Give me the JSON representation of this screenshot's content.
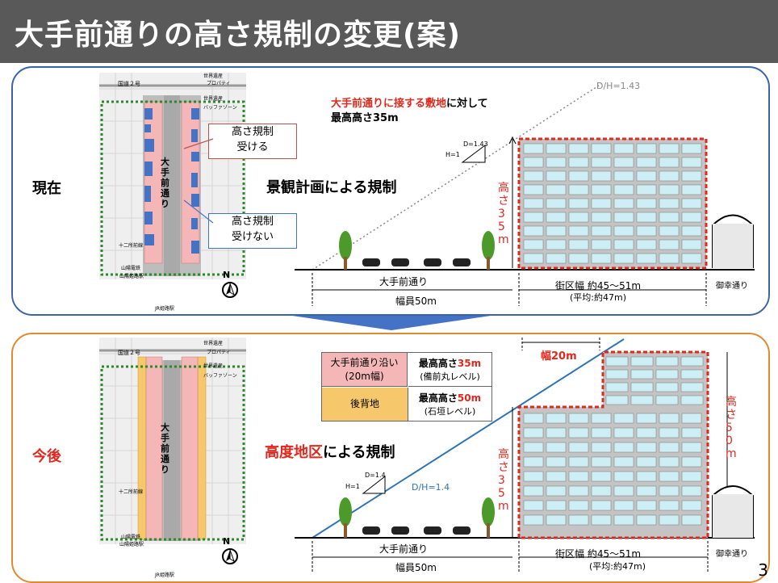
{
  "title": "大手前通りの高さ規制の変更(案)",
  "page_number": "3",
  "colors": {
    "title_bg": "#595959",
    "top_border": "#3a64a8",
    "bottom_border": "#e08a30",
    "red": "#e0281e",
    "blue_line": "#2e75b6",
    "pink": "#f4b6b6",
    "yellow": "#f7c86b",
    "window": "#cdeef4"
  },
  "map": {
    "labels": [
      "国道２号",
      "世界遺産",
      "プロパティ",
      "バッファゾーン",
      "十二所前線",
      "山陽電鉄",
      "山陽姫路駅",
      "JR姫路駅"
    ],
    "avenue_label": "大手前通り",
    "north": "N"
  },
  "current": {
    "stage_label": "現在",
    "callout_receive": "高さ規制\n受ける",
    "callout_not_receive": "高さ規制\n受けない",
    "rule_label": "景観計画による規制",
    "headline_red": "大手前通りに接する敷地",
    "headline_rest": "に対して",
    "headline_line2": "最高高さ35m",
    "dh_label": "D/H=1.43",
    "small_d": "D=1.43",
    "small_h": "H=1",
    "height_label": "高さ35m",
    "street_label": "大手前通り",
    "street_width": "幅員50m",
    "block_width": "街区幅 約45～51m",
    "block_avg": "(平均:約47m)",
    "side_street": "御幸通り"
  },
  "future": {
    "stage_label": "今後",
    "rule_red": "高度地区",
    "rule_rest": "による規制",
    "legend": [
      {
        "area": "大手前通り沿い\n(20m幅)",
        "height_prefix": "最高高さ",
        "height_value": "35m",
        "note": "(備前丸レベル)"
      },
      {
        "area": "後背地",
        "height_prefix": "最高高さ",
        "height_value": "50m",
        "note": "(石垣レベル)"
      }
    ],
    "dh_label": "D/H=1.4",
    "small_d": "D=1.4",
    "small_h": "H=1",
    "width_20": "幅20m",
    "height_35": "高さ35m",
    "height_50": "高さ50m",
    "street_label": "大手前通り",
    "street_width": "幅員50m",
    "block_width": "街区幅 約45～51m",
    "block_avg": "(平均:約47m)",
    "side_street": "御幸通り"
  }
}
